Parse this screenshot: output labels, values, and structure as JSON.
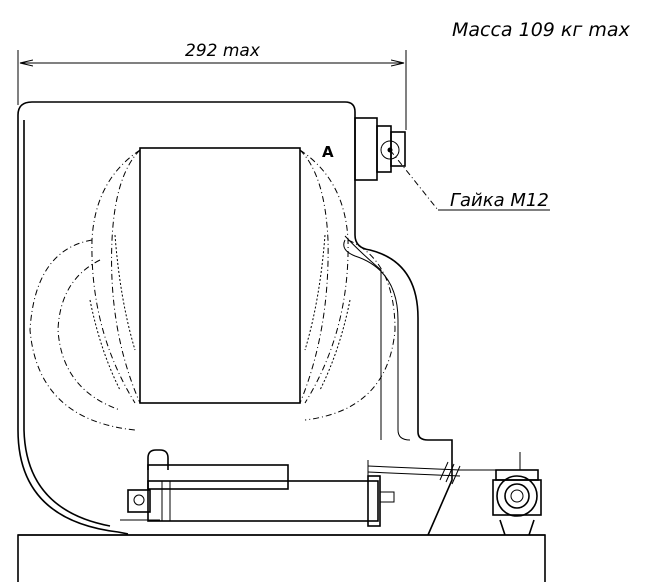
{
  "labels": {
    "mass": "Масса 109 кг max",
    "width_dim": "292 max",
    "nut": "Гайка М12",
    "view_marker": "А"
  }
}
